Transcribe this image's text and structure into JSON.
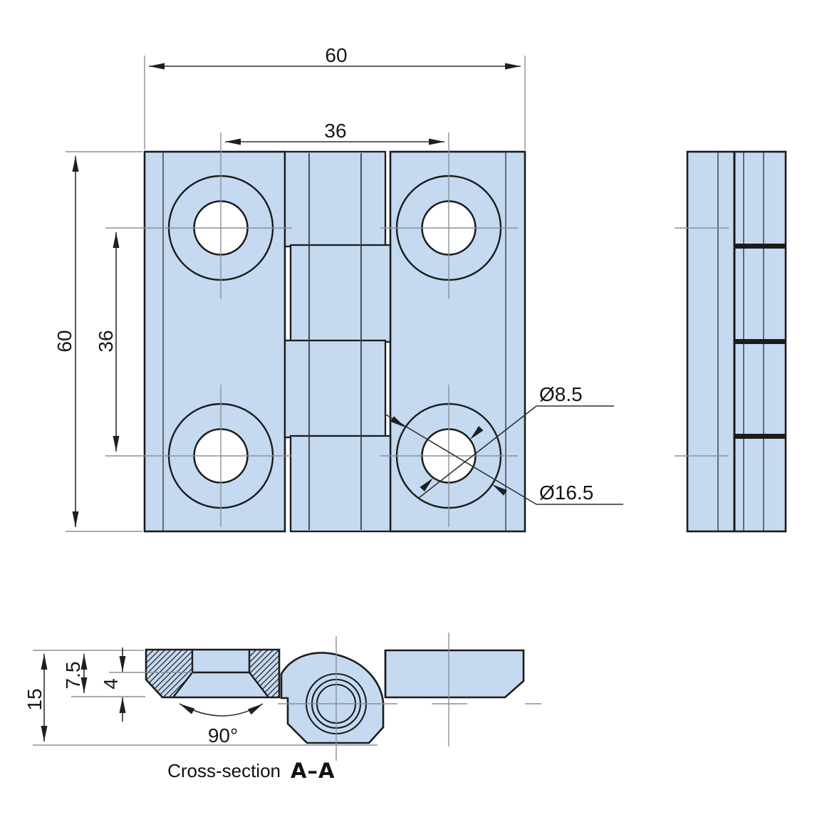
{
  "colors": {
    "part_fill": "#c5daf1",
    "outline": "#1c1c1c",
    "centerline": "#8a9099",
    "dimension": "#2f2f2f",
    "hole_fill": "#ffffff",
    "background": "#ffffff"
  },
  "front_view": {
    "overall_width": "60",
    "hole_spacing_horizontal": "36",
    "overall_height": "60",
    "hole_spacing_vertical": "36",
    "hole_diameter": "Ø8.5",
    "counterbore_diameter": "Ø16.5"
  },
  "cross_section": {
    "total_thickness": "15",
    "leaf_thickness": "7.5",
    "seat_depth": "4",
    "countersink_angle": "90°",
    "caption": "Cross-section",
    "section_label": "A–A"
  }
}
